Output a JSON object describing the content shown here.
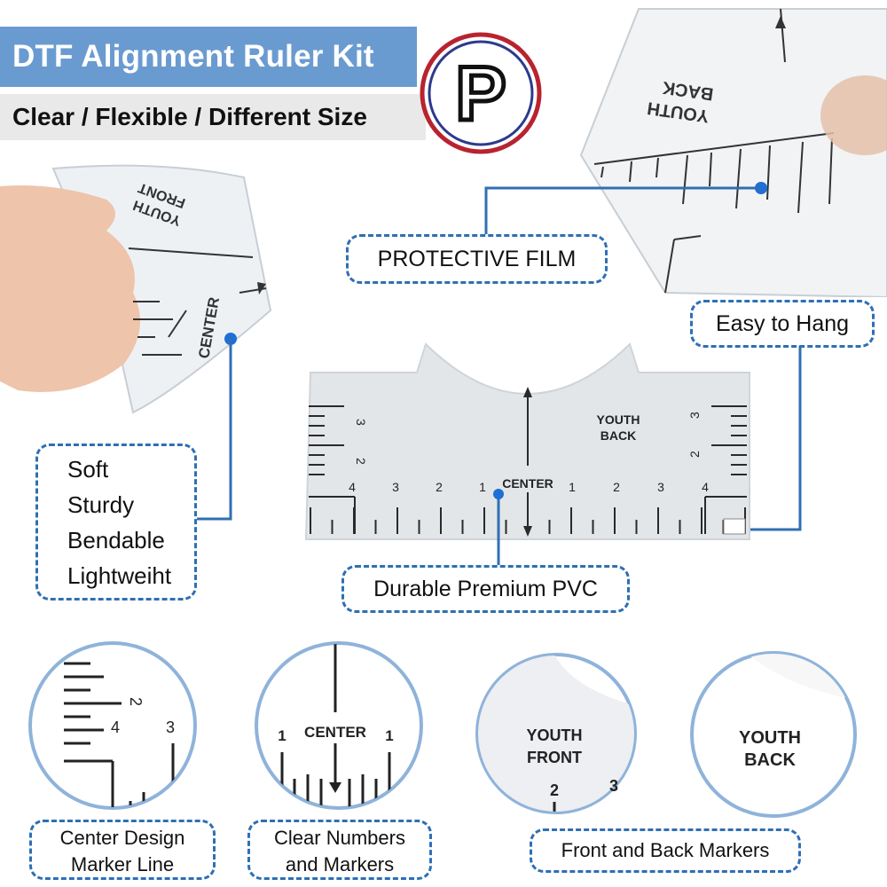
{
  "header": {
    "title": "DTF Alignment Ruler Kit",
    "subtitle": "Clear / Flexible / Different Size",
    "logo_letter": "P"
  },
  "callouts": {
    "protective_film": "PROTECTIVE FILM",
    "easy_to_hang": "Easy to Hang",
    "durable": "Durable Premium PVC",
    "features": [
      "Soft",
      "Sturdy",
      "Bendable",
      "Lightweiht"
    ]
  },
  "ruler": {
    "youth": "YOUTH",
    "back": "BACK",
    "front": "FRONT",
    "center": "CENTER",
    "vertical_numbers": [
      "3",
      "2"
    ],
    "horizontal_numbers": [
      "4",
      "3",
      "2",
      "1",
      "1",
      "2",
      "3",
      "4"
    ]
  },
  "details": {
    "zoom1_numbers": [
      "2",
      "4",
      "3"
    ],
    "zoom2_numbers": [
      "1",
      "1"
    ],
    "zoom2_label": "CENTER",
    "zoom3_label_1": "YOUTH",
    "zoom3_label_2": "FRONT",
    "zoom3_numbers": [
      "2",
      "3"
    ],
    "zoom4_label_1": "YOUTH",
    "zoom4_label_2": "BACK"
  },
  "captions": {
    "center_design": [
      "Center Design",
      "Marker Line"
    ],
    "clear_numbers": [
      "Clear Numbers",
      "and Markers"
    ],
    "front_back": "Front and Back Markers"
  },
  "colors": {
    "accent": "#2f6fb3",
    "banner": "#6a9bd0",
    "logo_red": "#b8232f",
    "logo_blue": "#2d3a8c"
  }
}
